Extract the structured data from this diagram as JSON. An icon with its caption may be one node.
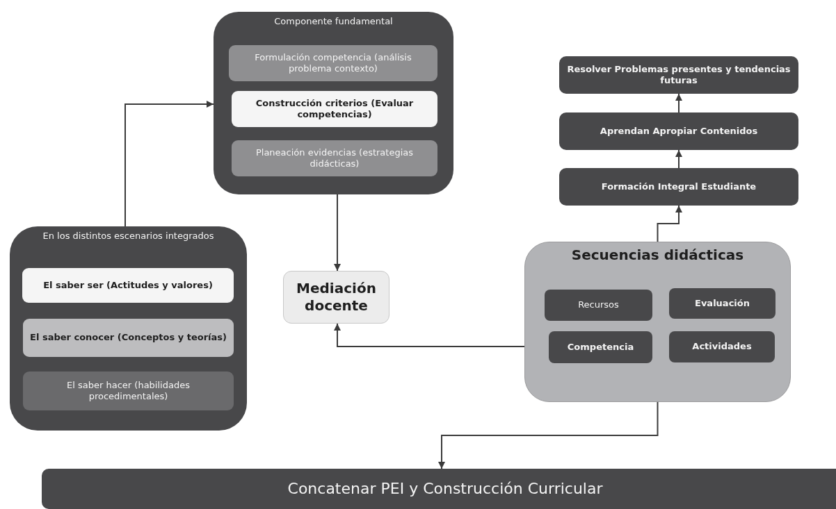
{
  "diagram": {
    "nodes": [
      {
        "text": [
          "Componente fundamental"
        ]
      },
      {
        "text": [
          "Formulación competencia (análisis problema contexto)"
        ],
        "in": 0
      },
      {
        "text": [
          "Construcción criterios (Evaluar competencias)"
        ],
        "in": 0
      },
      {
        "text": [
          "Planeación evidencias (estrategias didácticas)"
        ],
        "in": 0
      },
      {
        "text": [
          "Resolver Problemas presentes y tendencias futuras"
        ]
      },
      {
        "text": [
          "Aprendan Apropiar Contenidos"
        ]
      },
      {
        "text": [
          "Formación Integral Estudiante"
        ]
      },
      {
        "text": [
          "En los distintos escenarios integrados"
        ]
      },
      {
        "text": [
          "El saber ser (Actitudes y valores)"
        ],
        "in": 7
      },
      {
        "text": [
          "El saber conocer (Conceptos y teorías)"
        ],
        "in": 7
      },
      {
        "text": [
          "El saber hacer (habilidades procedimentales)"
        ],
        "in": 7
      },
      {
        "text": [
          "Mediación docente"
        ]
      },
      {
        "text": [
          "Secuencias didácticas"
        ]
      },
      {
        "text": [
          "Recursos"
        ],
        "in": 12
      },
      {
        "text": [
          "Evaluación"
        ],
        "in": 12
      },
      {
        "text": [
          "Competencia"
        ],
        "in": 12
      },
      {
        "text": [
          "Actividades"
        ],
        "in": 12
      },
      {
        "text": [
          "Concatenar PEI y Construcción Curricular"
        ]
      }
    ],
    "edges": [
      {
        "from": 7,
        "to": 0,
        "arrow": "to"
      },
      {
        "from": 0,
        "to": 11,
        "arrow": "to"
      },
      {
        "from": 15,
        "to": 11,
        "arrow": "to"
      },
      {
        "from": 12,
        "to": 6,
        "arrow": "to"
      },
      {
        "from": 6,
        "to": 5,
        "arrow": "to"
      },
      {
        "from": 5,
        "to": 4,
        "arrow": "to"
      },
      {
        "from": 12,
        "to": 17,
        "arrow": "to"
      }
    ]
  }
}
